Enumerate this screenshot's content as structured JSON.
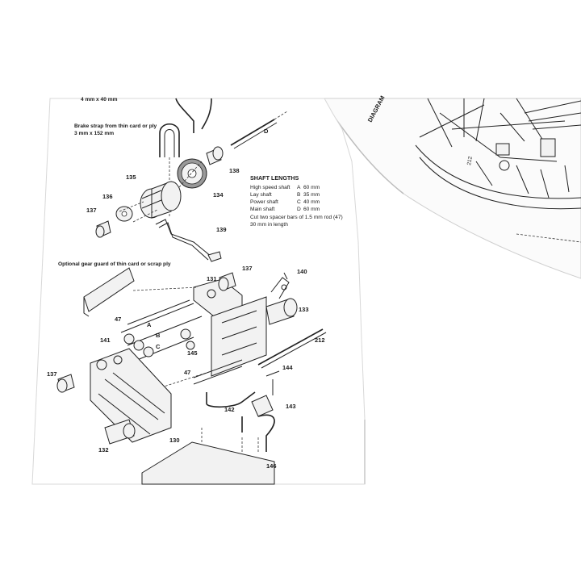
{
  "captions": {
    "rod_size": "4 mm x 40 mm",
    "brake_strap_line1": "Brake strap from thin card or ply",
    "brake_strap_line2": "3 mm x 152 mm",
    "gear_guard": "Optional gear guard of thin card or scrap ply"
  },
  "shaft_lengths": {
    "heading": "SHAFT LENGTHS",
    "rows": [
      {
        "name": "High speed shaft",
        "code": "A",
        "length": "60 mm"
      },
      {
        "name": "Lay shaft",
        "code": "B",
        "length": "35 mm"
      },
      {
        "name": "Power shaft",
        "code": "C",
        "length": "40 mm"
      },
      {
        "name": "Main shaft",
        "code": "D",
        "length": "60 mm"
      }
    ],
    "note_line1": "Cut two spacer bars of 1.5 mm rod (47)",
    "note_line2": "30 mm in length"
  },
  "part_labels": {
    "p135": "135",
    "p136": "136",
    "p137a": "137",
    "p134": "134",
    "p138": "138",
    "pD": "D",
    "p139": "139",
    "p137b": "137",
    "p140": "140",
    "p131": "131",
    "p133": "133",
    "p47a": "47",
    "pA": "A",
    "pB": "B",
    "pC": "C",
    "p141": "141",
    "p145": "145",
    "p212": "212",
    "p47b": "47",
    "p144": "144",
    "p137c": "137",
    "p142": "142",
    "p143": "143",
    "p130": "130",
    "p132": "132",
    "p146": "146"
  },
  "right_page": {
    "title_fragment": "DIAGRAM",
    "label_212": "212"
  }
}
